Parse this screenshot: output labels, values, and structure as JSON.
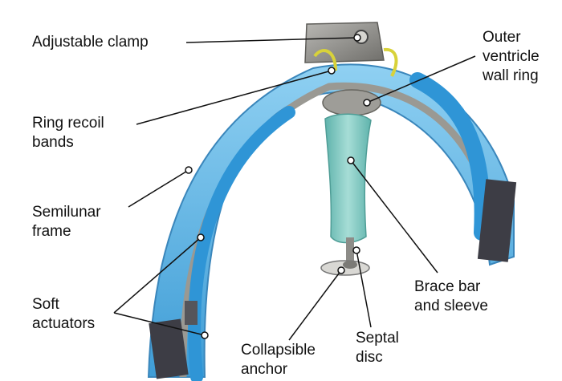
{
  "labels": {
    "adjustable_clamp": "Adjustable clamp",
    "ring_recoil": [
      "Ring recoil",
      "bands"
    ],
    "semilunar_frame": [
      "Semilunar",
      "frame"
    ],
    "soft_actuators": [
      "Soft",
      "actuators"
    ],
    "outer_ventricle": [
      "Outer",
      "ventricle",
      "wall ring"
    ],
    "brace_bar": [
      "Brace bar",
      "and sleeve"
    ],
    "septal_disc": [
      "Septal",
      "disc"
    ],
    "collapsible_anchor": [
      "Collapsible",
      "anchor"
    ]
  },
  "colors": {
    "frame_blue": "#5aaee0",
    "actuator_blue": "#2f95d6",
    "metal": "#8a8a88",
    "sleeve_teal": "#7fc7bf",
    "recoil_yellow": "#d8d23a",
    "pointer": "#111111"
  }
}
